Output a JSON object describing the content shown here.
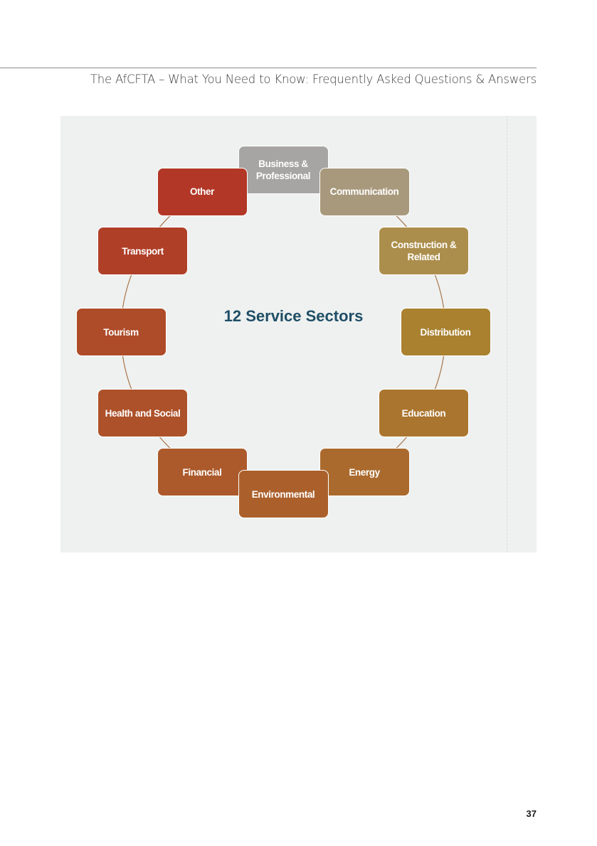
{
  "header": {
    "running_title": "The AfCFTA – What You Need to Know: Frequently Asked Questions & Answers"
  },
  "diagram": {
    "center_label": "12 Service Sectors",
    "sectors": [
      {
        "label": "Business & Professional",
        "color": "#a7a5a4"
      },
      {
        "label": "Communication",
        "color": "#a8997c"
      },
      {
        "label": "Construction & Related",
        "color": "#ac8e4c"
      },
      {
        "label": "Distribution",
        "color": "#a9812f"
      },
      {
        "label": "Education",
        "color": "#aa752e"
      },
      {
        "label": "Energy",
        "color": "#aa6a2d"
      },
      {
        "label": "Environmental",
        "color": "#ab602c"
      },
      {
        "label": "Financial",
        "color": "#ac5a2b"
      },
      {
        "label": "Health and Social",
        "color": "#ad512a"
      },
      {
        "label": "Tourism",
        "color": "#ae4b29"
      },
      {
        "label": "Transport",
        "color": "#b03f28"
      },
      {
        "label": "Other",
        "color": "#b23726"
      }
    ]
  },
  "footer": {
    "page_number": "37"
  }
}
